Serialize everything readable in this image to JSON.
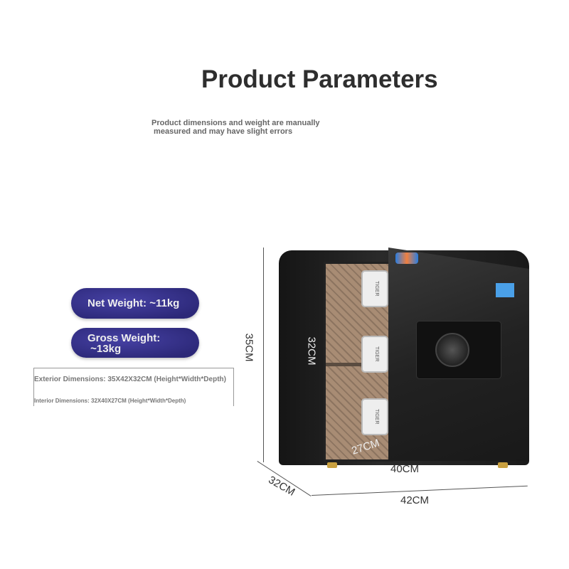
{
  "header": {
    "title": "Product Parameters",
    "subtitle": "Product dimensions and weight are manually\n measured and may have slight errors"
  },
  "weights": {
    "net": "Net Weight: ~11kg",
    "gross_line1": "Gross Weight:",
    "gross_line2": " ~13kg"
  },
  "dimensions": {
    "exterior": "Exterior Dimensions: 35X42X32CM (Height*Width*Depth)",
    "interior": "Interior Dimensions: 32X40X27CM (Height*Width*Depth)"
  },
  "labels": {
    "height_ext": "35CM",
    "height_int": "32CM",
    "depth_int": "27CM",
    "width_int": "40CM",
    "width_ext": "42CM",
    "depth_ext": "32CM",
    "bolt": "TIGER"
  },
  "colors": {
    "pill": "#3a358f",
    "safe": "#1e1e1e",
    "interior": "#9c8068"
  }
}
